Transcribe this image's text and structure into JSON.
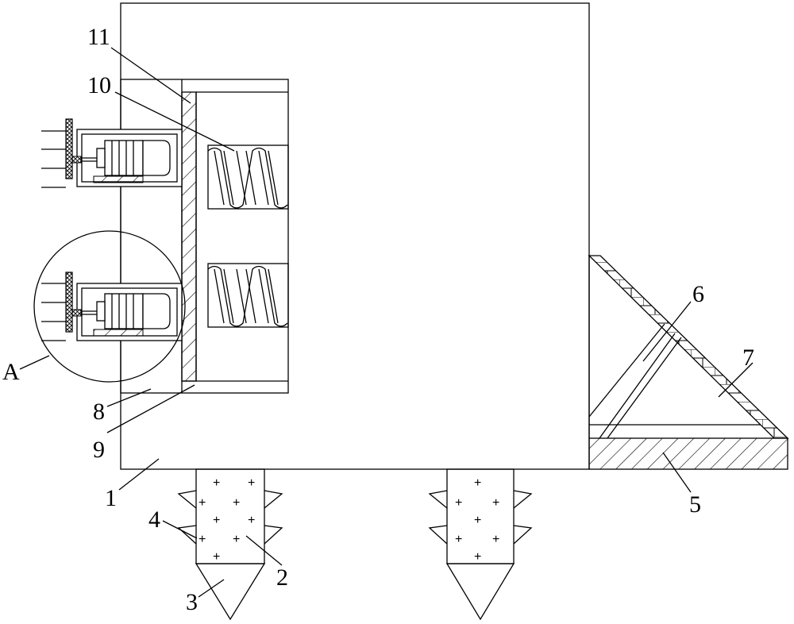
{
  "labels": {
    "l1": "1",
    "l2": "2",
    "l3": "3",
    "l4": "4",
    "l5": "5",
    "l6": "6",
    "l7": "7",
    "l8": "8",
    "l9": "9",
    "l10": "10",
    "l11": "11",
    "lA": "A"
  },
  "colors": {
    "line": "#000000",
    "background": "#ffffff"
  }
}
